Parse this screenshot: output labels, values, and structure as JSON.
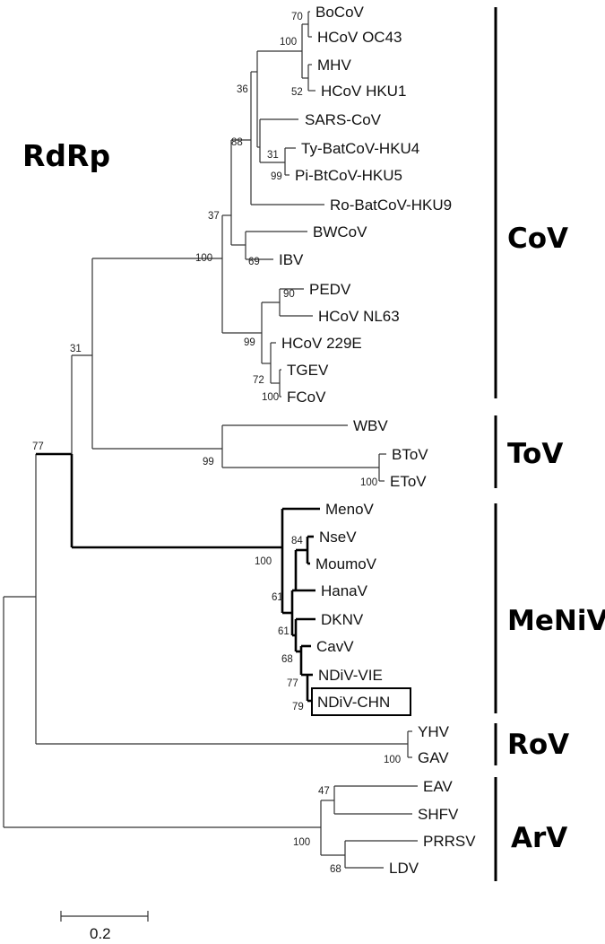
{
  "title": "RdRp",
  "groups": {
    "cov": "CoV",
    "tov": "ToV",
    "meniv": "MeNiV",
    "rov": "RoV",
    "arv": "ArV"
  },
  "leaves": {
    "bocov": "BoCoV",
    "hcov_oc43": "HCoV OC43",
    "mhv": "MHV",
    "hcov_hku1": "HCoV HKU1",
    "sars_cov": "SARS-CoV",
    "ty_batcov_hku4": "Ty-BatCoV-HKU4",
    "pi_btcov_hku5": "Pi-BtCoV-HKU5",
    "ro_batcov_hku9": "Ro-BatCoV-HKU9",
    "bwcov": "BWCoV",
    "ibv": "IBV",
    "pedv": "PEDV",
    "hcov_nl63": "HCoV NL63",
    "hcov_229e": "HCoV 229E",
    "tgev": "TGEV",
    "fcov": "FCoV",
    "wbv": "WBV",
    "btov": "BToV",
    "etov": "EToV",
    "menov": "MenoV",
    "nsev": "NseV",
    "moumov": "MoumoV",
    "hanav": "HanaV",
    "dknv": "DKNV",
    "cavv": "CavV",
    "ndiv_vie": "NDiV-VIE",
    "ndiv_chn": "NDiV-CHN",
    "yhv": "YHV",
    "gav": "GAV",
    "eav": "EAV",
    "shfv": "SHFV",
    "prrsv": "PRRSV",
    "ldv": "LDV"
  },
  "bootstrap": {
    "bocov_oc43": "70",
    "embeco": "100",
    "mhv_hku1": "52",
    "beta_a": "36",
    "beta": "88",
    "hku4_5": "31",
    "hku4_5_inner": "99",
    "beta_gamma": "37",
    "gamma": "69",
    "cov": "100",
    "pedv_nl63": "90",
    "alpha": "99",
    "tgev_fcov": "100",
    "alpha_inner": "72",
    "cov_tov": "31",
    "tov": "99",
    "btov_etov": "100",
    "nido": "77",
    "meniv": "100",
    "nsev_moumov": "84",
    "m61a": "61",
    "m61b": "61",
    "m68": "68",
    "m77": "77",
    "m79": "79",
    "rov": "100",
    "arv_a": "47",
    "arv": "100",
    "prrsv_ldv": "68"
  },
  "scale_label": "0.2"
}
